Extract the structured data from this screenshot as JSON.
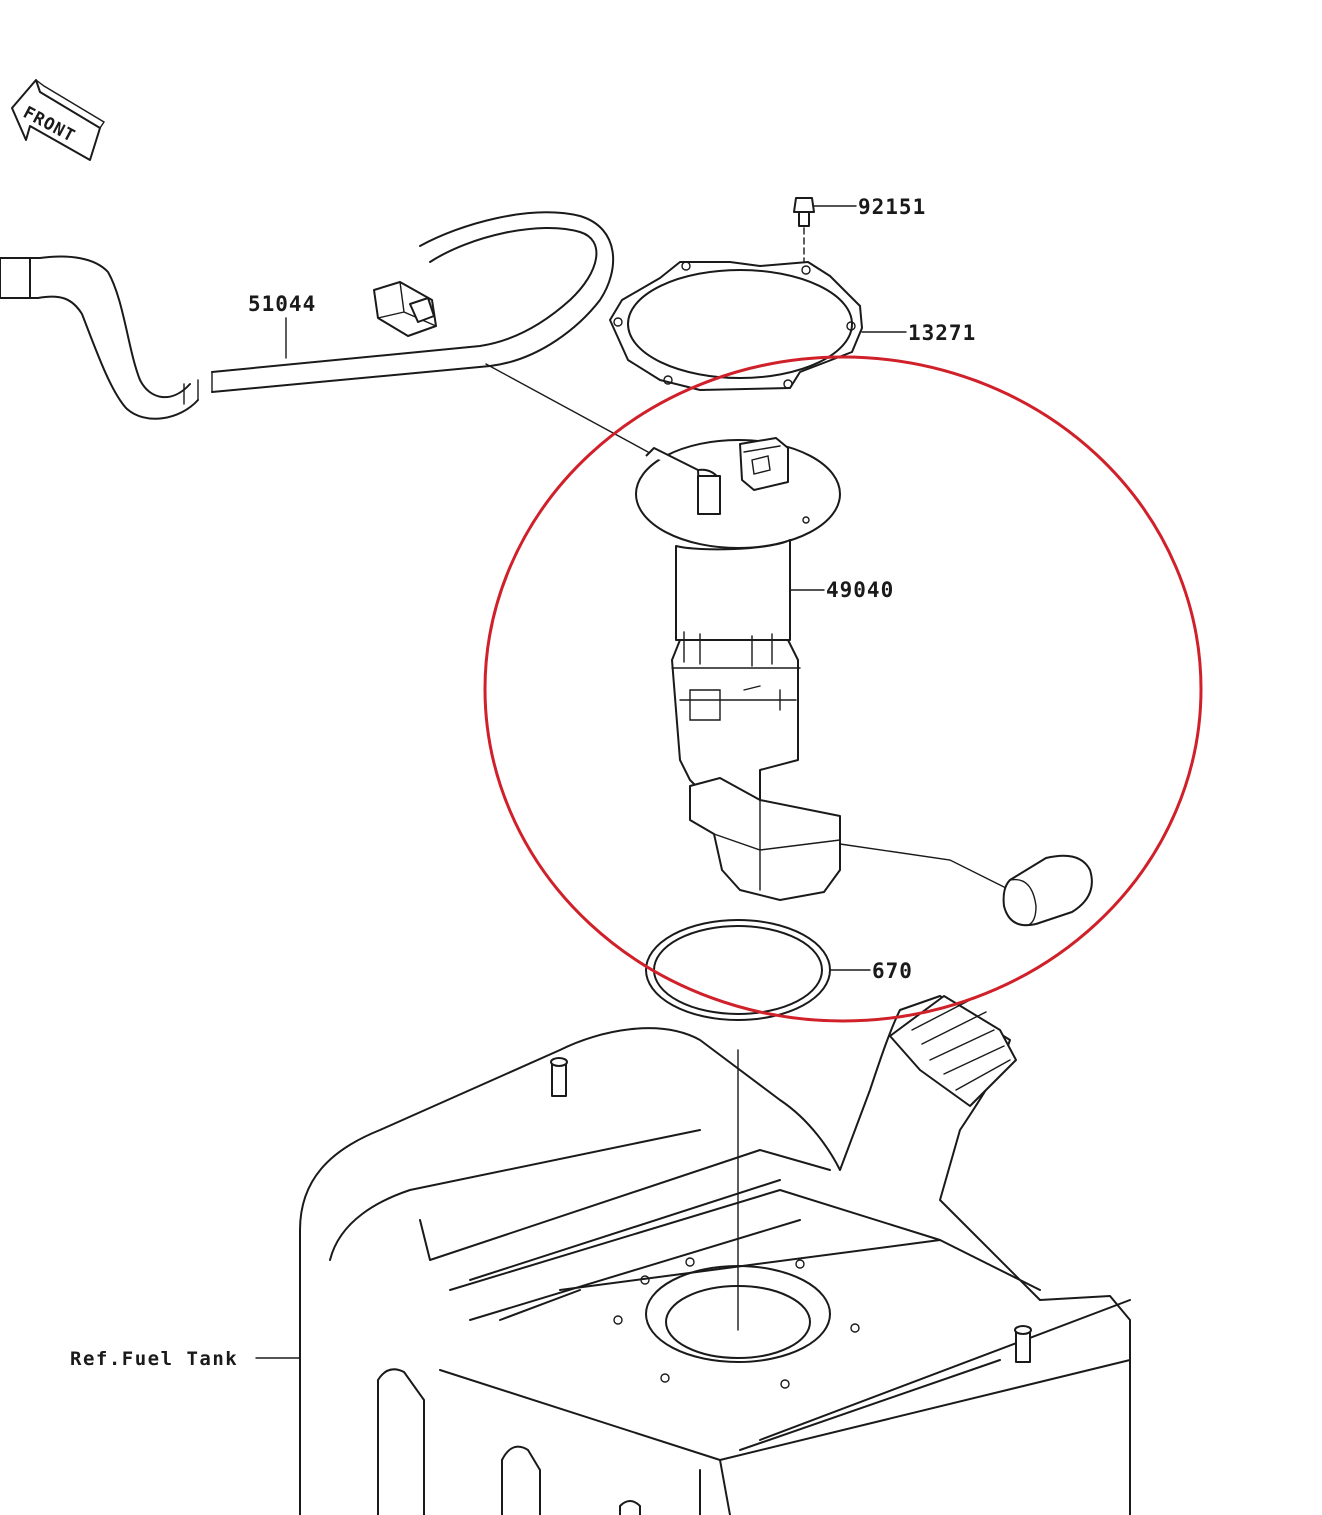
{
  "diagram": {
    "front_arrow_text": "FRONT",
    "parts": [
      {
        "id": "part-92151",
        "number": "92151"
      },
      {
        "id": "part-13271",
        "number": "13271"
      },
      {
        "id": "part-51044",
        "number": "51044"
      },
      {
        "id": "part-49040",
        "number": "49040"
      },
      {
        "id": "part-670",
        "number": "670"
      }
    ],
    "reference_label": "Ref.Fuel Tank",
    "highlight_color": "#d0202a",
    "line_color": "#1a1a1a"
  }
}
